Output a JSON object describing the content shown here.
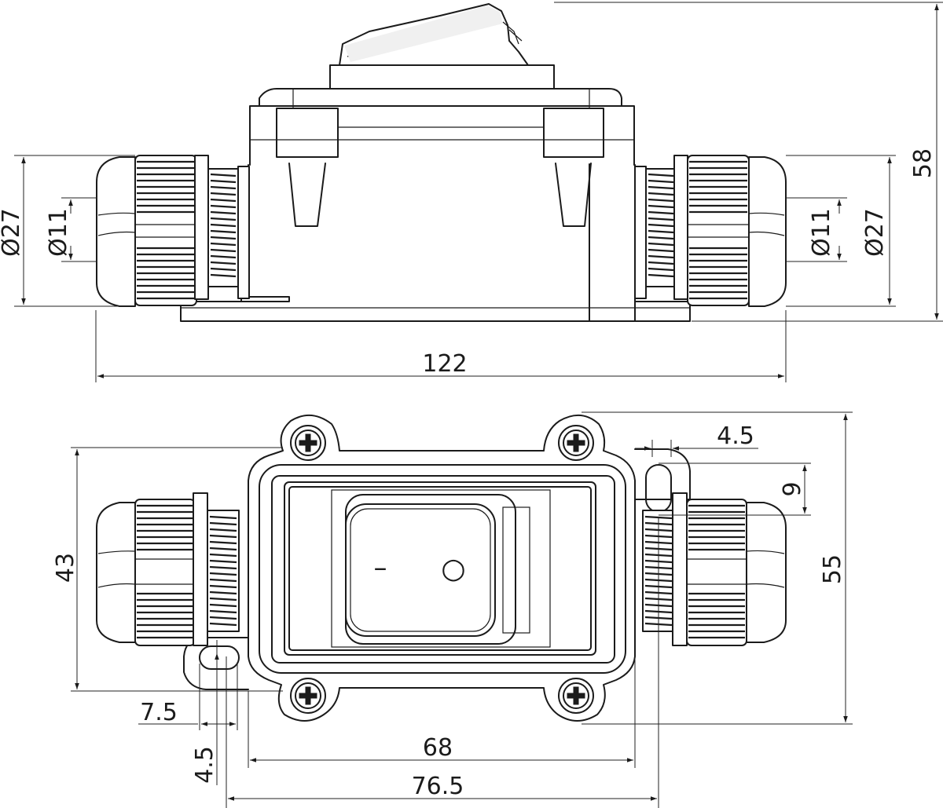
{
  "figure": {
    "views": [
      "side-view",
      "top-view"
    ],
    "switch_symbols": {
      "off": "–",
      "on": "○"
    }
  },
  "dimensions": {
    "overall_height": "58",
    "overall_length": "122",
    "left_gland_outer_diameter": "Ø27",
    "left_cable_diameter": "Ø11",
    "right_cable_diameter": "Ø11",
    "right_gland_outer_diameter": "Ø27",
    "body_height_top": "43",
    "total_width_top": "55",
    "slot_width": "4.5",
    "slot_length": "9",
    "slot_offset": "7.5",
    "slot_width_left": "4.5",
    "body_length": "68",
    "mount_length": "76.5"
  },
  "colors": {
    "line": "#1b1b1b",
    "background": "#ffffff"
  }
}
